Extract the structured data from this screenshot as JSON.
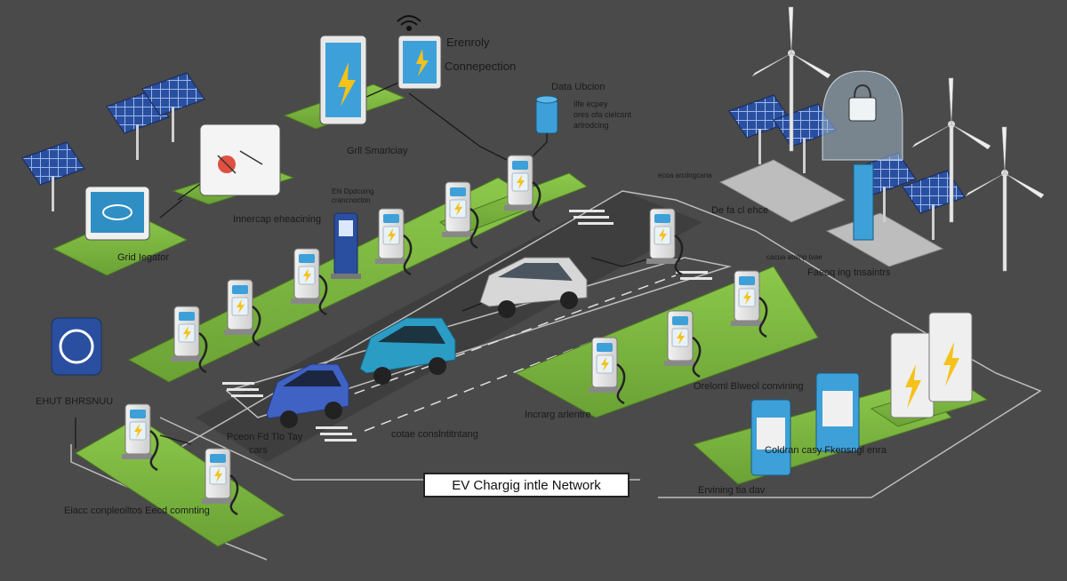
{
  "title": "EV Chargig intle Network",
  "labels": {
    "energy": "Erenroly",
    "connection": "Connepection",
    "data_station": "Data Ubcion",
    "data_note_1": "Ilfe ecpey",
    "data_note_2": "ores ofa clelcsnt",
    "data_note_3": "arlrodcing",
    "grid_smart": "Grll Smarlciay",
    "inner_charging": "Innercap eheacining",
    "charger_tag_1": "Ehi Dpdcoing",
    "charger_tag_2": "crancnocton",
    "grid_register": "Grid Iegator",
    "left_sign": "EHUT BHRSNUU",
    "renew_1": "De fa cl ehce",
    "renew_2": "Faeoq ing tnsaintrs",
    "renew_3": "ecoa arciingcana",
    "renew_4": "cacua atnlnp tvae",
    "offsite": "Oreloml Blweol convining",
    "incoming": "Incrarg arlentre",
    "connecting": "cotae conslntitntang",
    "panel_1": "Pceon Fd Tlo Tay",
    "panel_2": "cars",
    "bottom_left": "Eiacc conpleoiltos Eecd comnting",
    "right_low": "Coldran casy Fkensngl enra",
    "right_bottom": "Ervining tia dav"
  },
  "icons": [
    "solar-panel-icon",
    "lightning-icon",
    "wifi-icon",
    "database-icon",
    "wind-turbine-icon",
    "car-icon",
    "charger-icon",
    "lock-icon",
    "network-icon"
  ],
  "colors": {
    "background": "#4a4a4a",
    "grass": "#7ab23c",
    "road": "#3a3a3a",
    "charger_blue": "#3da0d8",
    "bolt_yellow": "#f4c21a",
    "solar_blue": "#2a4fa0",
    "car_teal": "#2b9cc4",
    "car_blue": "#3f62c4",
    "car_silver": "#d7d7d7"
  }
}
